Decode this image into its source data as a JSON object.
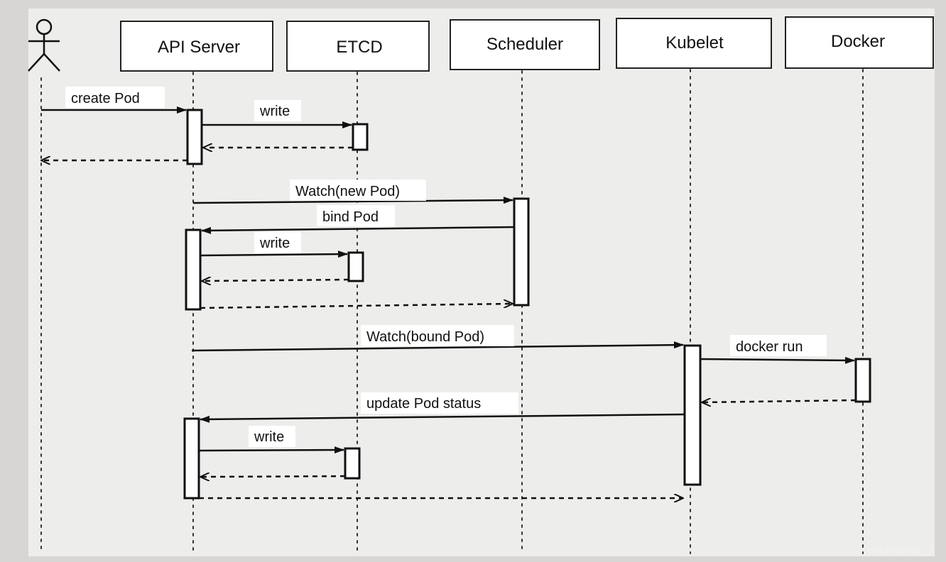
{
  "participants": [
    {
      "id": "api",
      "label": "API Server"
    },
    {
      "id": "etcd",
      "label": "ETCD"
    },
    {
      "id": "scheduler",
      "label": "Scheduler"
    },
    {
      "id": "kubelet",
      "label": "Kubelet"
    },
    {
      "id": "docker",
      "label": "Docker"
    }
  ],
  "messages": [
    {
      "label": "create Pod",
      "from": "user",
      "to": "api",
      "kind": "call"
    },
    {
      "label": "write",
      "from": "api",
      "to": "etcd",
      "kind": "call"
    },
    {
      "label": "",
      "from": "etcd",
      "to": "api",
      "kind": "return"
    },
    {
      "label": "",
      "from": "api",
      "to": "user",
      "kind": "return"
    },
    {
      "label": "Watch(new Pod)",
      "from": "api",
      "to": "scheduler",
      "kind": "call"
    },
    {
      "label": "bind Pod",
      "from": "scheduler",
      "to": "api",
      "kind": "call"
    },
    {
      "label": "write",
      "from": "api",
      "to": "etcd",
      "kind": "call"
    },
    {
      "label": "",
      "from": "etcd",
      "to": "api",
      "kind": "return"
    },
    {
      "label": "",
      "from": "api",
      "to": "scheduler",
      "kind": "return"
    },
    {
      "label": "Watch(bound Pod)",
      "from": "api",
      "to": "kubelet",
      "kind": "call"
    },
    {
      "label": "docker run",
      "from": "kubelet",
      "to": "docker",
      "kind": "call"
    },
    {
      "label": "",
      "from": "docker",
      "to": "kubelet",
      "kind": "return"
    },
    {
      "label": "update Pod status",
      "from": "kubelet",
      "to": "api",
      "kind": "call"
    },
    {
      "label": "write",
      "from": "api",
      "to": "etcd",
      "kind": "call"
    },
    {
      "label": "",
      "from": "etcd",
      "to": "api",
      "kind": "return"
    },
    {
      "label": "",
      "from": "api",
      "to": "kubelet",
      "kind": "return"
    }
  ],
  "watermark": "CSDN @Seal^_^"
}
